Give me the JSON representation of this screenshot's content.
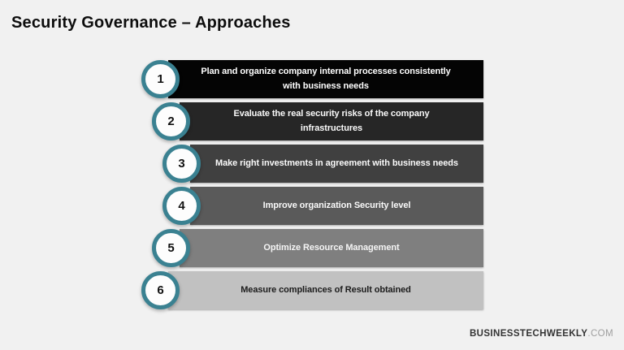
{
  "title": "Security Governance – Approaches",
  "brand": {
    "name": "BUSINESSTECHWEEKLY",
    "tld": ".COM"
  },
  "colors": {
    "background": "#f1f1f1",
    "circle_ring": "#3a8191",
    "circle_fill": "#fdfdfd",
    "title_text": "#0d0d0d"
  },
  "steps": [
    {
      "number": "1",
      "label": "Plan and organize company internal processes consistently with business needs",
      "bar_color": "#040404",
      "text_color": "#ffffff"
    },
    {
      "number": "2",
      "label": "Evaluate the real security risks of the company infrastructures",
      "bar_color": "#262626",
      "text_color": "#fafafa"
    },
    {
      "number": "3",
      "label": "Make right investments in agreement with business needs",
      "bar_color": "#404040",
      "text_color": "#fafafa"
    },
    {
      "number": "4",
      "label": "Improve organization Security level",
      "bar_color": "#5a5a5a",
      "text_color": "#fafafa"
    },
    {
      "number": "5",
      "label": "Optimize Resource Management",
      "bar_color": "#7f7f7f",
      "text_color": "#f5f5f5"
    },
    {
      "number": "6",
      "label": "Measure compliances of Result obtained",
      "bar_color": "#c1c1c1",
      "text_color": "#1c1c1c"
    }
  ]
}
